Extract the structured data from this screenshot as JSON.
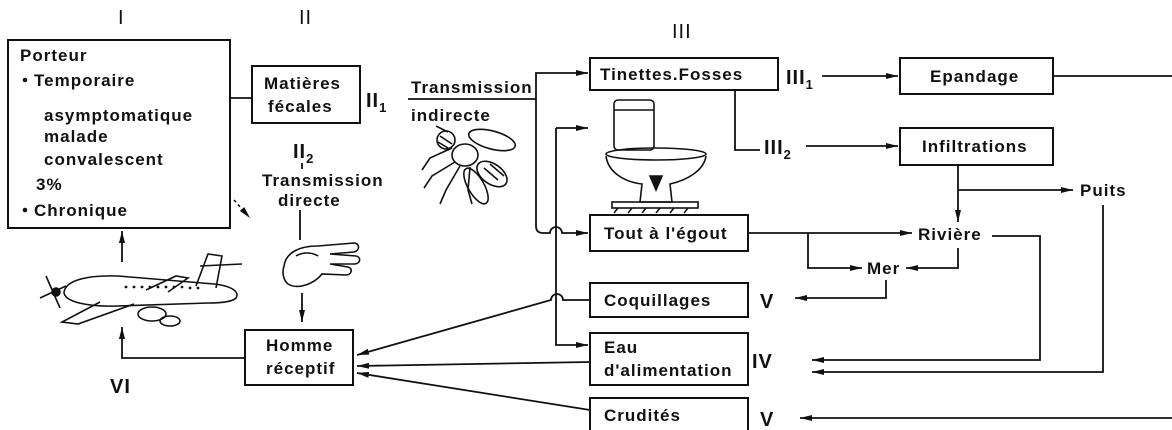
{
  "colors": {
    "ink": "#111111",
    "paper": "#ffffff"
  },
  "icons": {
    "airplane": "airplane-icon",
    "hand": "hand-icon",
    "fly": "fly-icon",
    "toilet": "toilet-icon"
  },
  "diagram": {
    "column_labels": {
      "first": "I",
      "second": "II",
      "third": "III"
    },
    "porteur": {
      "title": "Porteur",
      "temporaire": "Temporaire",
      "asymptomatique": "asymptomatique",
      "malade": "malade",
      "convalescent": "convalescent",
      "percent": "3%",
      "chronique": "Chronique"
    },
    "matieres": {
      "line1": "Matières",
      "line2": "fécales"
    },
    "route_ii1": {
      "main": "II",
      "sub": "1"
    },
    "route_ii2": {
      "main": "II",
      "sub": "2"
    },
    "indirect": {
      "line1": "Transmission",
      "line2": "indirecte"
    },
    "direct": {
      "line1": "Transmission",
      "line2": "directe"
    },
    "homme": {
      "line1": "Homme",
      "line2": "réceptif"
    },
    "route_vi": "VI",
    "tinettes": "Tinettes.Fosses",
    "route_iii1": {
      "main": "III",
      "sub": "1"
    },
    "route_iii2": {
      "main": "III",
      "sub": "2"
    },
    "epandage": "Epandage",
    "infiltrations": "Infiltrations",
    "puits": "Puits",
    "egout": "Tout à l'égout",
    "riviere": "Rivière",
    "mer": "Mer",
    "coquillages": "Coquillages",
    "route_v_coquillages": "V",
    "eau": {
      "line1": "Eau",
      "line2": "d'alimentation"
    },
    "route_iv": "IV",
    "crudites": "Crudités",
    "route_v_crudites": "V"
  }
}
